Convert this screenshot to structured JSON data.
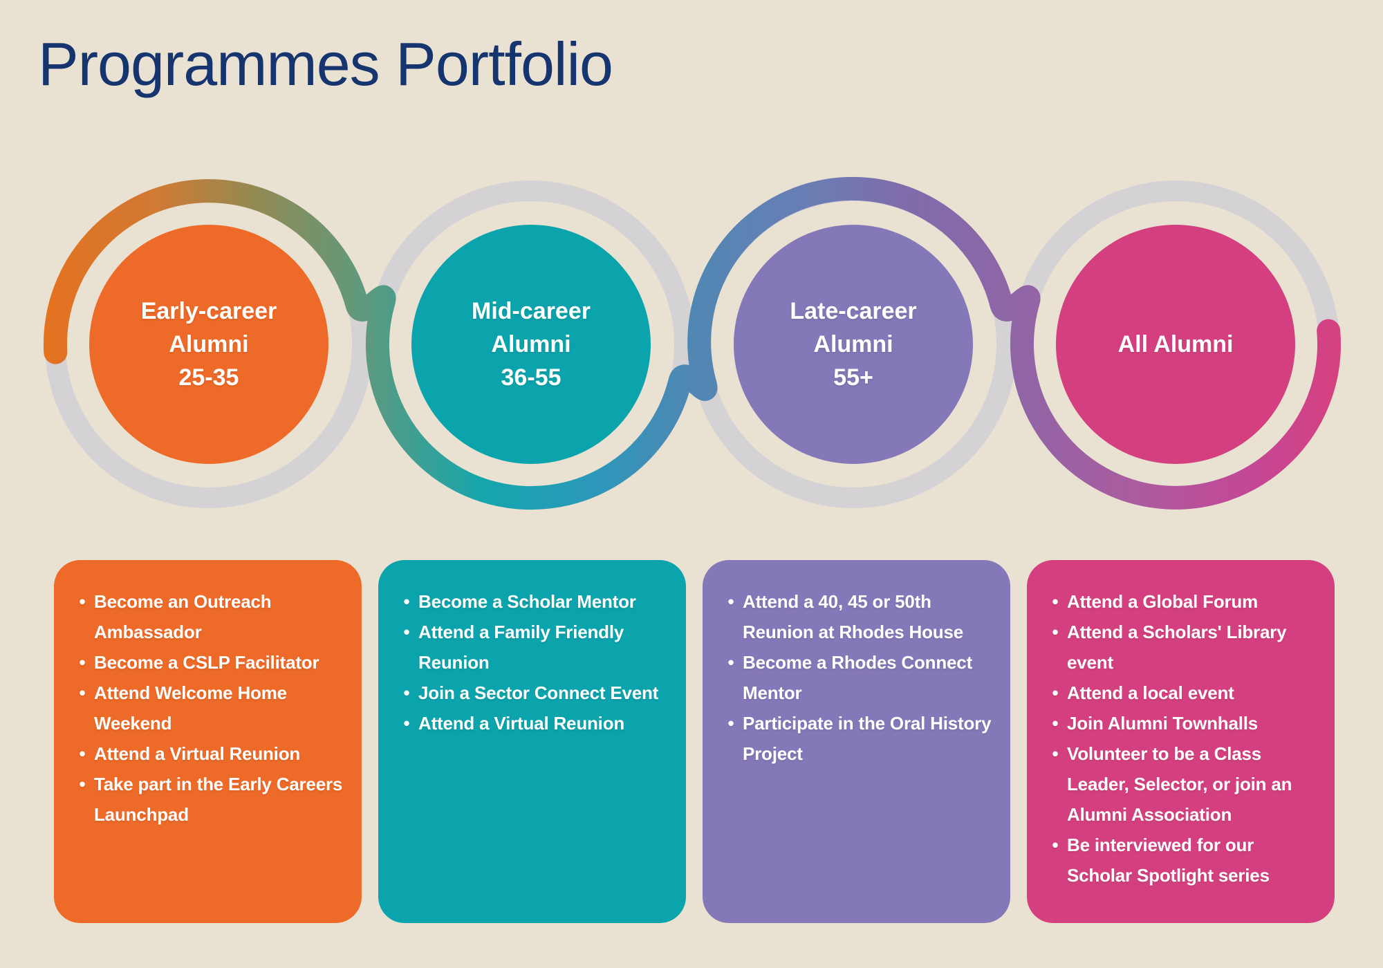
{
  "title": "Programmes Portfolio",
  "stages": [
    {
      "label": "Early-career Alumni 25-35",
      "circle_text": "Early-career\nAlumni\n25-35",
      "color": "#ee6a28",
      "activities": [
        "Become an Outreach Ambassador",
        "Become a CSLP Facilitator",
        "Attend Welcome Home Weekend",
        "Attend a Virtual Reunion",
        "Take part in the Early Careers Launchpad"
      ]
    },
    {
      "label": "Mid-career Alumni 36-55",
      "circle_text": "Mid-career\nAlumni\n36-55",
      "color": "#0ba4ac",
      "activities": [
        "Become a Scholar Mentor",
        "Attend a Family Friendly Reunion",
        "Join a Sector Connect Event",
        "Attend a Virtual Reunion"
      ]
    },
    {
      "label": "Late-career Alumni 55+",
      "circle_text": "Late-career\nAlumni\n55+",
      "color": "#8478b8",
      "activities": [
        "Attend a 40, 45 or 50th Reunion at Rhodes House",
        "Become a Rhodes Connect Mentor",
        "Participate in the Oral History Project"
      ]
    },
    {
      "label": "All Alumni",
      "circle_text": "All Alumni",
      "color": "#d4407f",
      "activities": [
        "Attend a Global Forum",
        "Attend a Scholars' Library event",
        "Attend a local event",
        "Join Alumni Townhalls",
        "Volunteer to be a Class Leader, Selector, or join an Alumni Association",
        "Be interviewed for our Scholar Spotlight series"
      ]
    }
  ],
  "colors": {
    "background": "#e9e2d2",
    "title": "#16356e",
    "ring_gray": "#d5d2d6",
    "gradient": [
      "#e5711f",
      "#a87c4a",
      "#7e9368",
      "#14a6ac",
      "#5087b3",
      "#7e6cab",
      "#aa5c9f",
      "#d6417f"
    ]
  }
}
